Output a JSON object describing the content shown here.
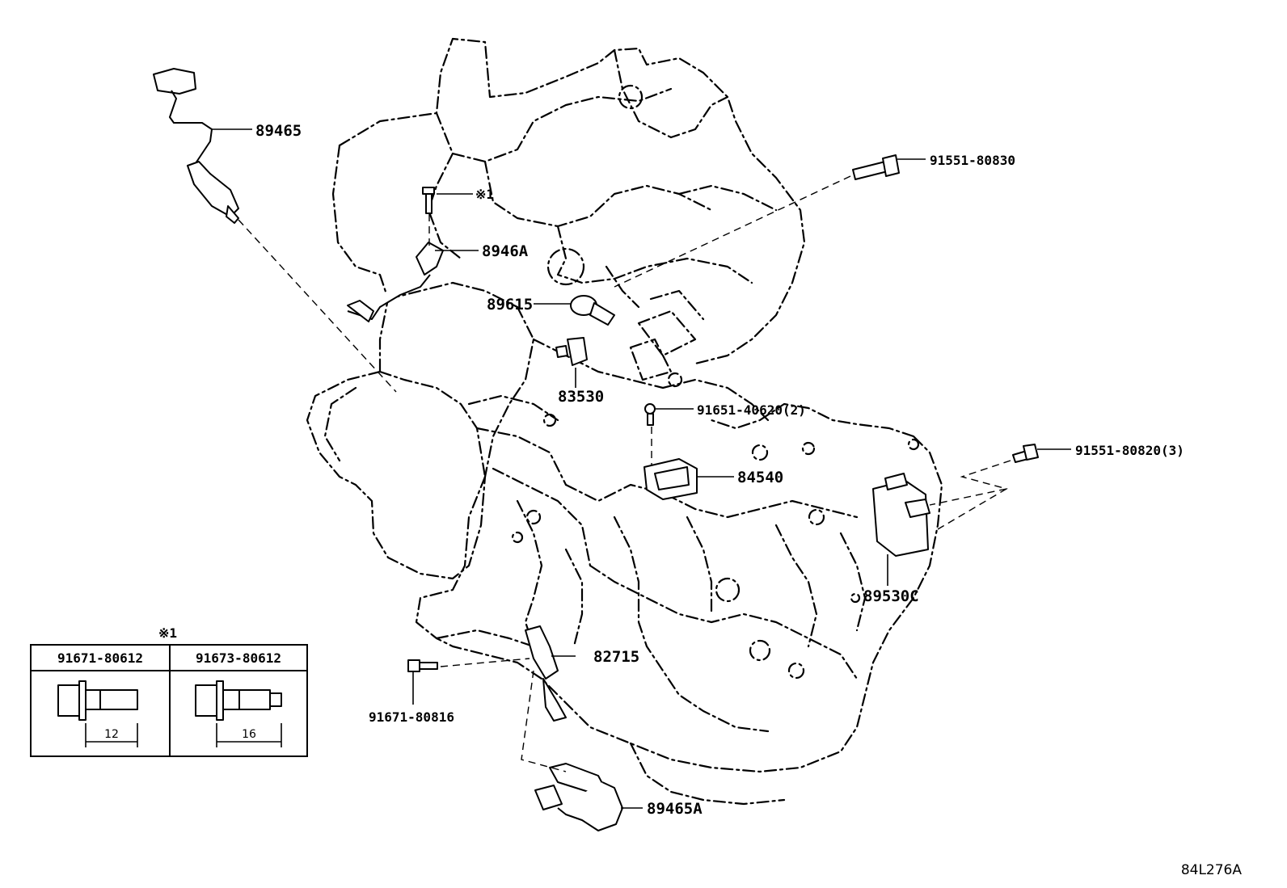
{
  "diagram_code": "84L276A",
  "note_mark": "※1",
  "callouts": {
    "p89465": "89465",
    "p91551_80830": "91551-80830",
    "note1": "※1",
    "p8946A": "8946A",
    "p89615": "89615",
    "p83530": "83530",
    "p91651_40620": "91651-40620(2)",
    "p91551_80820": "91551-80820(3)",
    "p84540": "84540",
    "p89530C": "89530C",
    "p82715": "82715",
    "p91671_80816": "91671-80816",
    "p89465A": "89465A"
  },
  "legend_table": {
    "title": "※1",
    "columns": [
      {
        "part": "91671-80612",
        "dimension": "12"
      },
      {
        "part": "91673-80612",
        "dimension": "16"
      }
    ]
  }
}
